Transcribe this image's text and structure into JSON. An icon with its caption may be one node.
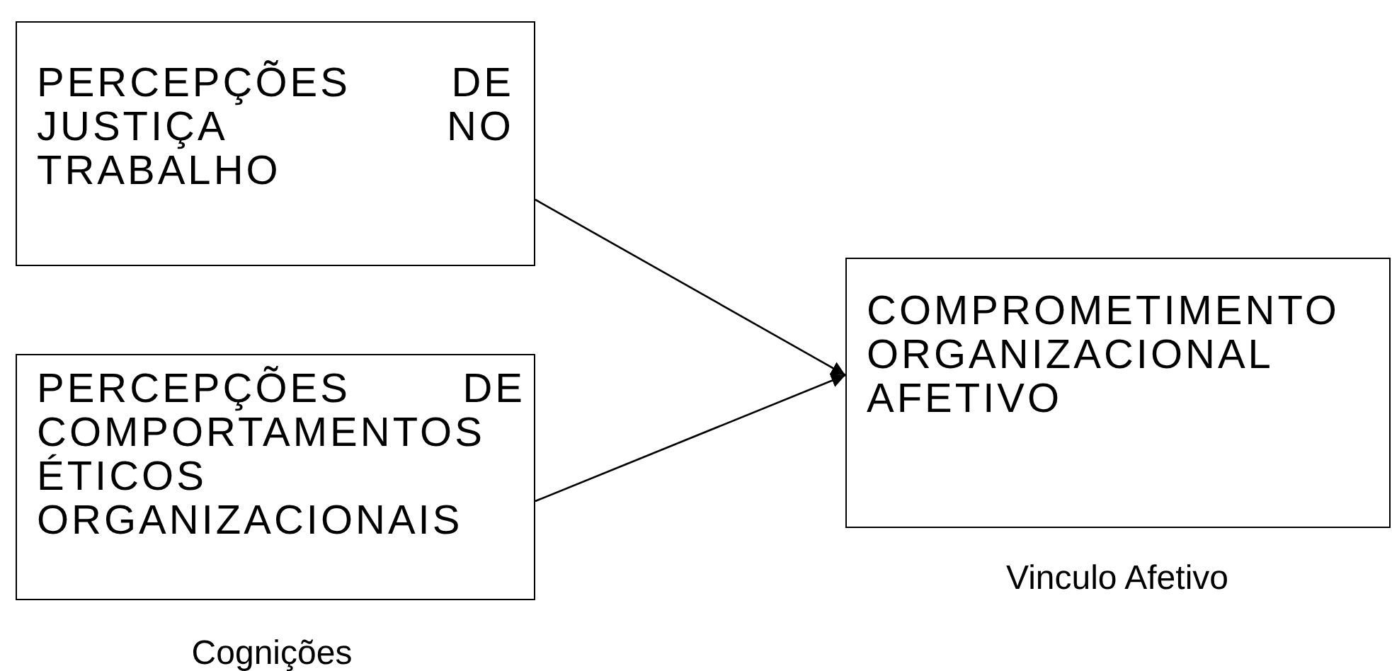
{
  "diagram": {
    "nodes": [
      {
        "text": [
          "PERCEPÇÕES DE JUSTIÇA NO TRABALHO"
        ]
      },
      {
        "text": [
          "PERCEPÇÕES DE COMPORTAMENTOS ÉTICOS ORGANIZACIONAIS"
        ]
      },
      {
        "text": [
          "COMPROMETIMENTO ORGANIZACIONAL AFETIVO"
        ]
      }
    ],
    "edges": [
      {
        "from": 0,
        "to": 2,
        "arrow": "to"
      },
      {
        "from": 1,
        "to": 2,
        "arrow": "to"
      }
    ],
    "labels": [
      "Vinculo Afetivo",
      "Cognições"
    ]
  }
}
